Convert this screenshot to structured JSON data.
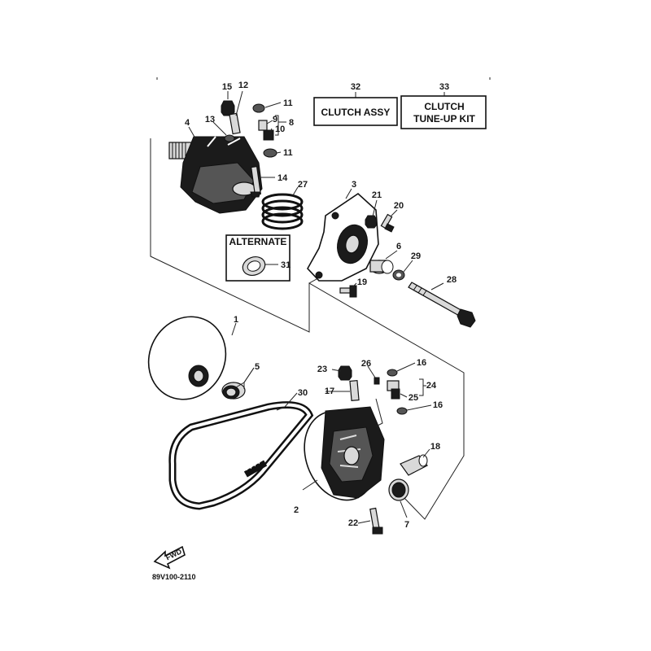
{
  "boxes": {
    "clutch_assy": "CLUTCH ASSY",
    "tune_up_line1": "CLUTCH",
    "tune_up_line2": "TUNE-UP KIT",
    "alternate": "ALTERNATE"
  },
  "arrow_label": "FWD",
  "part_number": "89V100-2110",
  "callouts": {
    "c1": "1",
    "c2": "2",
    "c3": "3",
    "c4": "4",
    "c5": "5",
    "c6": "6",
    "c7": "7",
    "c8": "8",
    "c9": "9",
    "c10": "10",
    "c11a": "11",
    "c11b": "11",
    "c12": "12",
    "c13": "13",
    "c14": "14",
    "c15": "15",
    "c16a": "16",
    "c16b": "16",
    "c17": "17",
    "c18": "18",
    "c19": "19",
    "c20": "20",
    "c21": "21",
    "c22": "22",
    "c23": "23",
    "c24": "24",
    "c25": "25",
    "c26": "26",
    "c27": "27",
    "c28": "28",
    "c29": "29",
    "c30": "30",
    "c31": "31",
    "c32": "32",
    "c33": "33"
  }
}
